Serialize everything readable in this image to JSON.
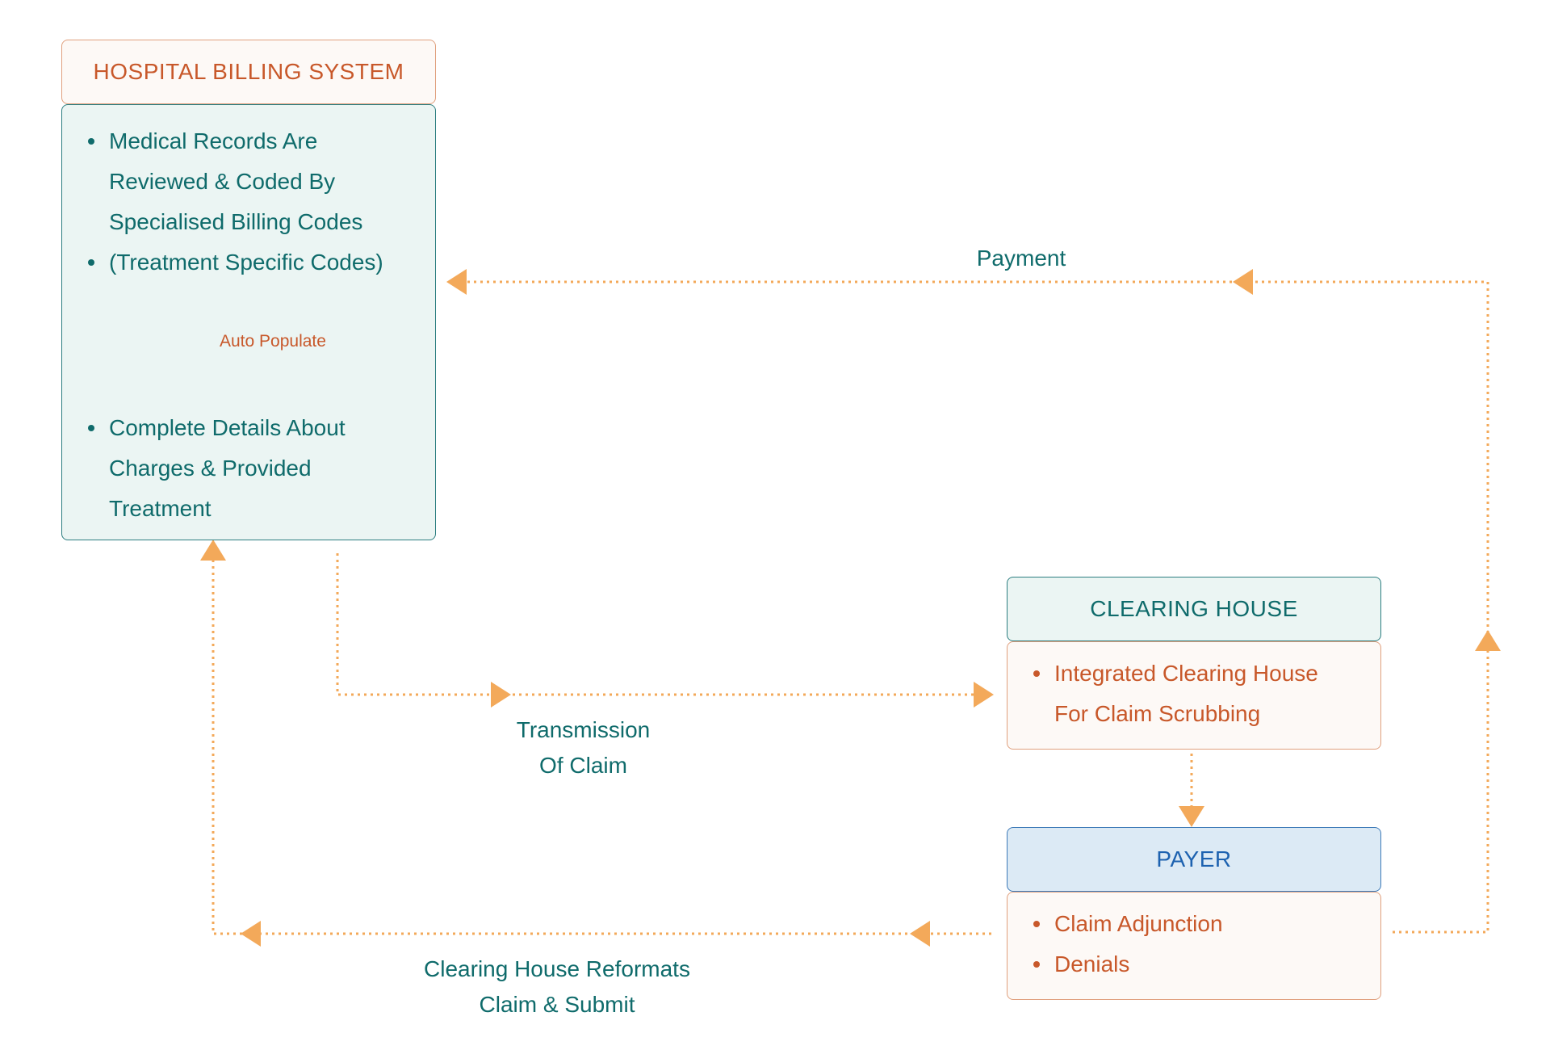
{
  "hospital": {
    "title": "HOSPITAL BILLING SYSTEM",
    "items_top": [
      "Medical Records Are Reviewed & Coded By Specialised Billing Codes",
      "(Treatment Specific Codes)"
    ],
    "auto_populate": "Auto Populate",
    "items_bottom": [
      "Complete Details About Charges & Provided Treatment"
    ]
  },
  "clearing_house": {
    "title": "CLEARING HOUSE",
    "items": [
      "Integrated Clearing House For Claim Scrubbing"
    ]
  },
  "payer": {
    "title": "PAYER",
    "items": [
      "Claim Adjunction",
      "Denials"
    ]
  },
  "flows": {
    "payment": "Payment",
    "transmission_line1": "Transmission",
    "transmission_line2": "Of Claim",
    "reformat_line1": "Clearing House Reformats",
    "reformat_line2": "Claim & Submit"
  },
  "colors": {
    "arrow": "#f3a95a",
    "teal": "#0f6b6b",
    "orange": "#c8582a",
    "blue": "#1d62b0"
  }
}
